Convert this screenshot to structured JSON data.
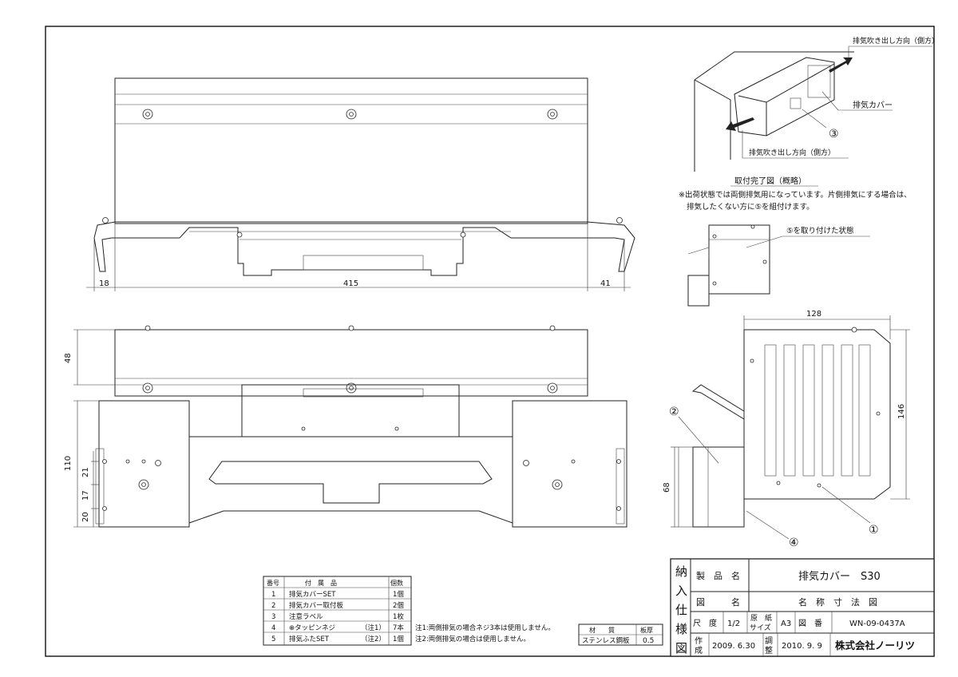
{
  "views": {
    "plan_dims": {
      "left": "18",
      "center": "415",
      "right": "41"
    },
    "front_dims": {
      "h48": "48",
      "h110": "110",
      "h21": "21",
      "h17": "17",
      "h20": "20"
    },
    "side_dims": {
      "w128": "128",
      "h146": "146",
      "h68": "68"
    },
    "callouts": {
      "c1": "①",
      "c2": "②",
      "c3": "③",
      "c4": "④"
    }
  },
  "iso": {
    "arrow_top": "排気吹き出し方向（側方）",
    "arrow_bottom": "排気吹き出し方向（側方）",
    "cover_label": "排気カバー",
    "caption": "取付完了図（概略）",
    "note_line1": "※出荷状態では両側排気用になっています。片側排気にする場合は、",
    "note_line2": "排気したくない方に⑤を組付けます。",
    "attached_label": "⑤を取り付けた状態"
  },
  "parts_table": {
    "headers": [
      "番号",
      "付　属　品",
      "個数"
    ],
    "rows": [
      {
        "no": "1",
        "name": "排気カバーSET",
        "note": "",
        "qty": "1個"
      },
      {
        "no": "2",
        "name": "排気カバー取付板",
        "note": "",
        "qty": "2個"
      },
      {
        "no": "3",
        "name": "注意ラベル",
        "note": "",
        "qty": "1枚"
      },
      {
        "no": "4",
        "name": "⊕タッピンネジ",
        "note": "（注1）",
        "qty": "7本"
      },
      {
        "no": "5",
        "name": "排気ふたSET",
        "note": "（注2）",
        "qty": "1個"
      }
    ],
    "notes": [
      "注1:両側排気の場合ネジ3本は使用しません。",
      "注2:両側排気の場合は使用しません。"
    ]
  },
  "material_table": {
    "headers": [
      "材　　質",
      "板厚"
    ],
    "row": {
      "material": "ステンレス鋼板",
      "thickness": "0.5"
    }
  },
  "title_block": {
    "side_chars": [
      "納",
      "入",
      "仕",
      "様",
      "図"
    ],
    "product_label": "製　品　名",
    "product_value": "排気カバー　S30",
    "drawing_label": "図　　　名",
    "drawing_value": "名　称　寸　法　図",
    "scale_label": "尺　度",
    "scale_value": "1/2",
    "paper_label_top": "原　紙",
    "paper_label_bottom": "サイズ",
    "paper_value": "A3",
    "number_label": "図　番",
    "number_value": "WN-09-0437A",
    "created_label_top": "作",
    "created_label_bottom": "成",
    "created_value": "2009. 6.30",
    "adjusted_label_top": "調",
    "adjusted_label_bottom": "整",
    "adjusted_value": "2010. 9. 9",
    "company": "株式会社ノーリツ"
  }
}
